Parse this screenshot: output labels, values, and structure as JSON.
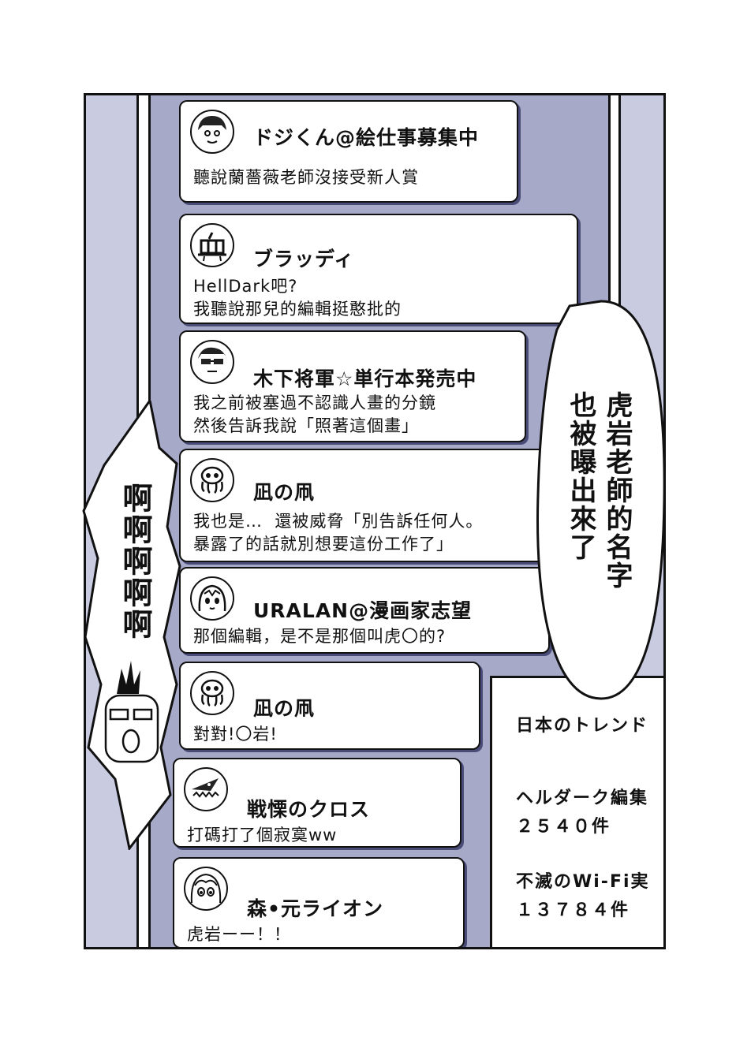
{
  "posts": [
    {
      "user": "ドジくん@絵仕事募集中",
      "lines": "聽說蘭薔薇老師沒接受新人賞",
      "avatar_icon": "boy-face-icon"
    },
    {
      "user": "ブラッディ",
      "lines": "HellDark吧?\n我聽說那兒的編輯挺憨批的",
      "avatar_icon": "blood-kanji-icon"
    },
    {
      "user": "木下将軍☆単行本発売中",
      "lines": "我之前被塞過不認識人畫的分鏡\n然後告訴我說「照著這個畫」",
      "avatar_icon": "sunglasses-face-icon"
    },
    {
      "user": "凪の凧",
      "lines": "我也是…  還被威脅「別告訴任何人。\n暴露了的話就別想要這份工作了」",
      "avatar_icon": "octopus-icon"
    },
    {
      "user": "URALAN@漫画家志望",
      "lines": "那個編輯，是不是那個叫虎〇的?",
      "avatar_icon": "girl-face-icon"
    },
    {
      "user": "凪の凧",
      "lines": "對對!〇岩!",
      "avatar_icon": "octopus-icon"
    },
    {
      "user": "戦慄のクロス",
      "lines": "打碼打了個寂寞ww",
      "avatar_icon": "shark-icon"
    },
    {
      "user": "森•元ライオン",
      "lines": "虎岩ーー！！",
      "avatar_icon": "anime-girl-icon"
    }
  ],
  "trends": {
    "title": "日本のトレンド",
    "items": [
      {
        "name": "ヘルダーク編集",
        "count": "２５４０件"
      },
      {
        "name": "不滅のWi-Fi実",
        "count": "１３７８４件"
      }
    ]
  },
  "speech_right": {
    "col1": "虎岩老師的名字",
    "col2": "也被曝出來了"
  },
  "speech_left": {
    "text": "啊啊啊啊啊"
  },
  "colors": {
    "feed_bg": "#a7a9c9",
    "side_bg": "#c9cce0",
    "shadow": "#4a4c78"
  }
}
